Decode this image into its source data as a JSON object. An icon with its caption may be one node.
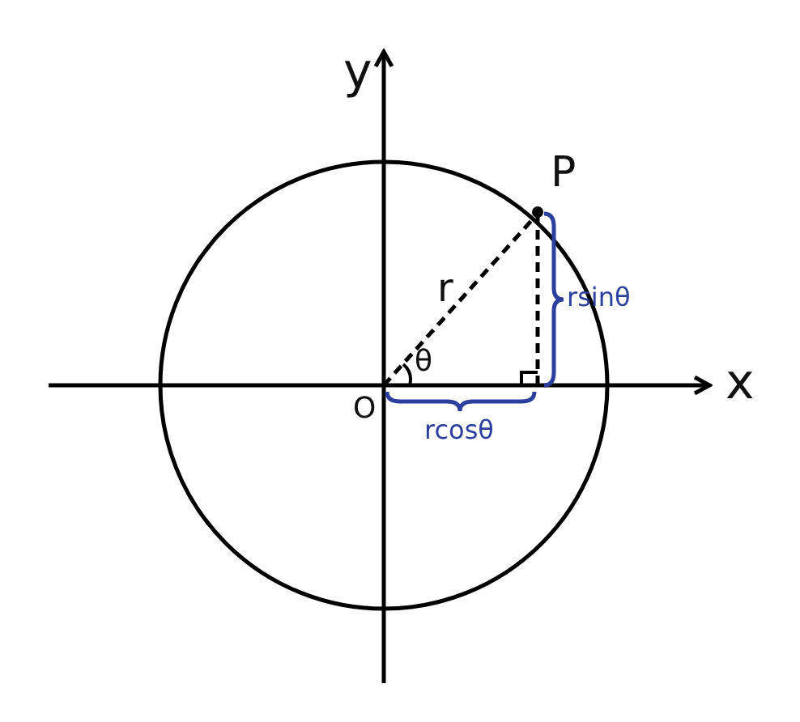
{
  "diagram": {
    "labels": [
      "y",
      "P",
      "r",
      "θ",
      "rsinθ",
      "O",
      "x",
      "rcosθ"
    ]
  }
}
